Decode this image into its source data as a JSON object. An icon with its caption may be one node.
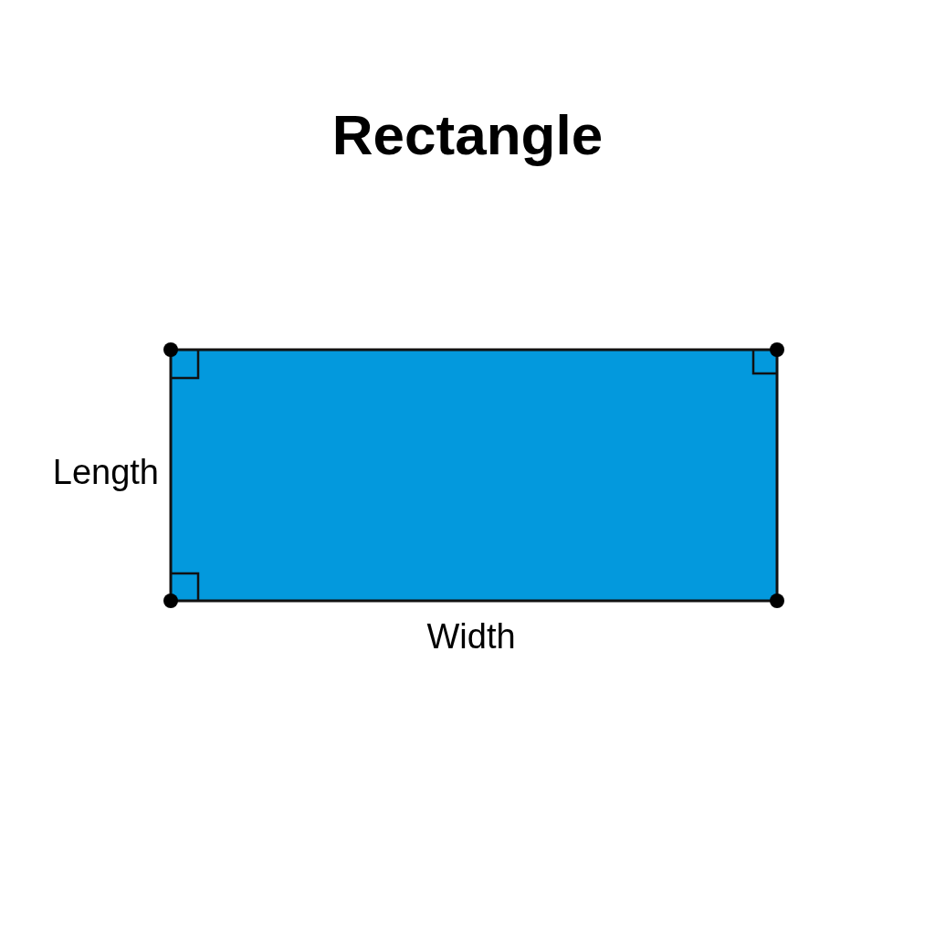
{
  "diagram": {
    "title": "Rectangle",
    "labels": [
      "Length",
      "Width"
    ]
  }
}
